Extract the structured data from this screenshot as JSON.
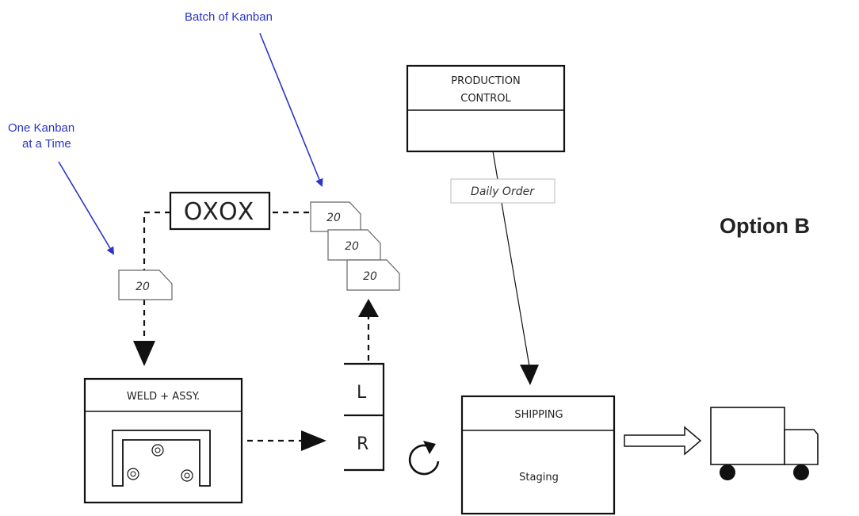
{
  "annotations": {
    "batch_of_kanban": "Batch of Kanban",
    "one_kanban_line1": "One Kanban",
    "one_kanban_line2": "at a Time",
    "color": "#2a35c8"
  },
  "option_label": "Option B",
  "production_control": {
    "line1": "PRODUCTION",
    "line2": "CONTROL"
  },
  "daily_order": "Daily Order",
  "signal_kanban": "OXOX",
  "kanban_quantity": "20",
  "weld_process": "WELD + ASSY.",
  "supermarket": {
    "upper": "L",
    "lower": "R"
  },
  "shipping": {
    "title": "SHIPPING",
    "area": "Staging"
  }
}
